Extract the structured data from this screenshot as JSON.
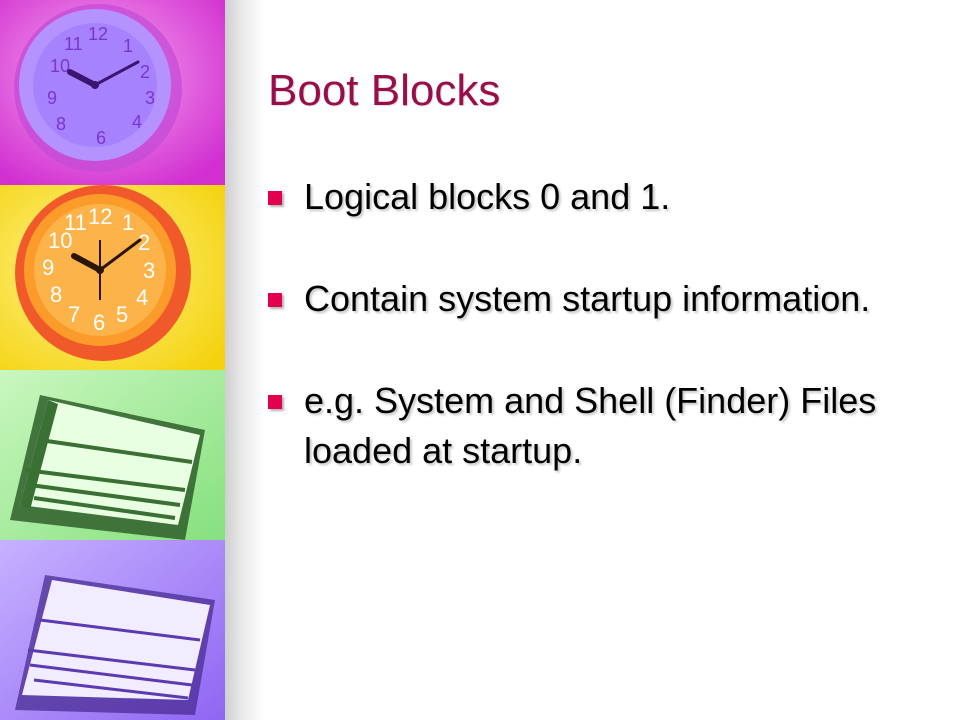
{
  "slide": {
    "title": "Boot Blocks",
    "bullets": [
      {
        "text": "Logical blocks 0 and 1."
      },
      {
        "text": "Contain system startup information."
      },
      {
        "text": "e.g. System and Shell (Finder) Files loaded at startup."
      }
    ]
  },
  "decor": {
    "images": [
      {
        "name": "clock-icon",
        "bg": "#e23adf"
      },
      {
        "name": "clock-icon",
        "bg": "#f7e81a"
      },
      {
        "name": "papers-icon",
        "bg": "#a7f2a0"
      },
      {
        "name": "papers-icon",
        "bg": "#a983ff"
      }
    ]
  },
  "colors": {
    "title": "#990d4a",
    "bullet": "#e2004f",
    "text": "#000000"
  }
}
